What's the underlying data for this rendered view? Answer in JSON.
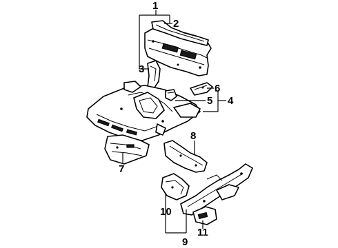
{
  "diagram": {
    "callouts": [
      {
        "id": "1",
        "text": "1"
      },
      {
        "id": "2",
        "text": "2"
      },
      {
        "id": "3",
        "text": "3"
      },
      {
        "id": "4",
        "text": "4"
      },
      {
        "id": "5",
        "text": "5"
      },
      {
        "id": "6",
        "text": "6"
      },
      {
        "id": "7",
        "text": "7"
      },
      {
        "id": "8",
        "text": "8"
      },
      {
        "id": "9",
        "text": "9"
      },
      {
        "id": "10",
        "text": "10"
      },
      {
        "id": "11",
        "text": "11"
      }
    ],
    "parts": [
      {
        "name": "rear-panel-assembly",
        "callout": "1"
      },
      {
        "name": "rear-panel-upper-bracket",
        "callout": "2"
      },
      {
        "name": "rear-panel-lower-bracket",
        "callout": "3"
      },
      {
        "name": "floor-pan-assembly",
        "callout": "4"
      },
      {
        "name": "floor-small-bracket",
        "callout": "5"
      },
      {
        "name": "floor-crossmember-bracket",
        "callout": "6"
      },
      {
        "name": "front-floor-extension",
        "callout": "7"
      },
      {
        "name": "rear-floor-rail",
        "callout": "8"
      },
      {
        "name": "side-frame-rail-assembly",
        "callout": "9"
      },
      {
        "name": "rail-front-bracket",
        "callout": "10"
      },
      {
        "name": "rail-lower-bracket",
        "callout": "11"
      }
    ]
  }
}
